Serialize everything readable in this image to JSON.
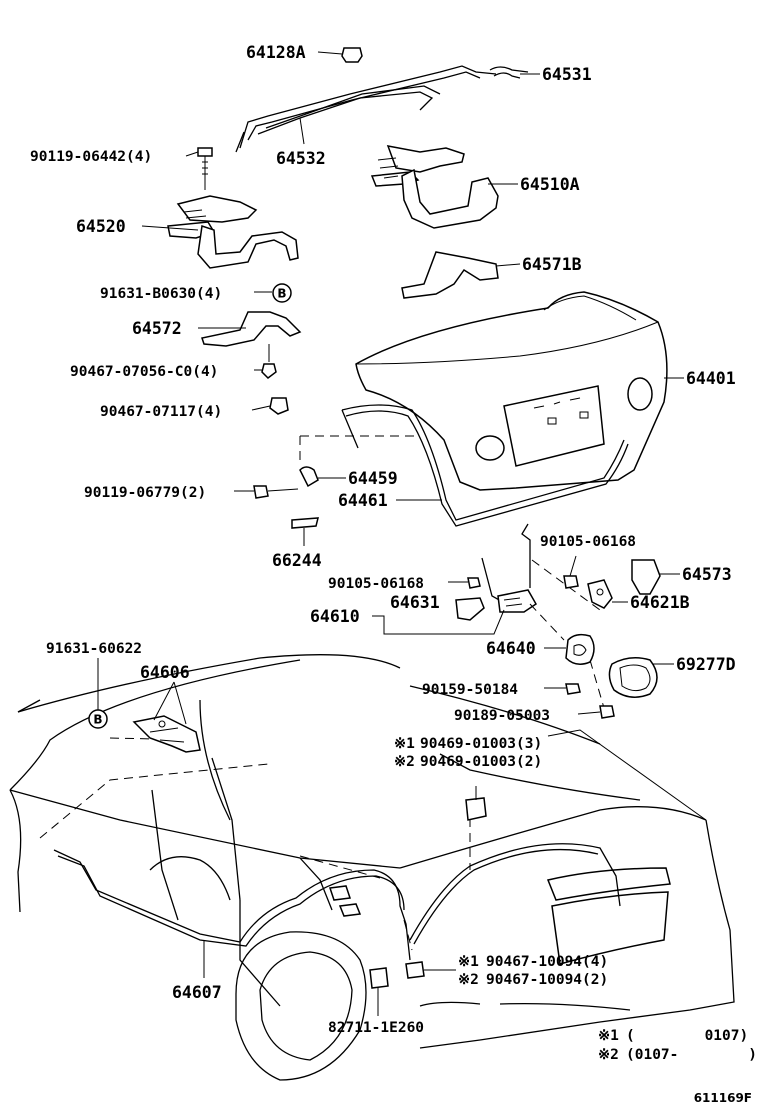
{
  "parts": {
    "p64128A": "64128A",
    "p64531": "64531",
    "p64532": "64532",
    "p90119_06442": "90119-06442(4)",
    "p64510A": "64510A",
    "p64520": "64520",
    "p64571B": "64571B",
    "p91631_B0630": "91631-B0630(4)",
    "p64572": "64572",
    "p90467_07056": "90467-07056-C0(4)",
    "p64401": "64401",
    "p90467_07117": "90467-07117(4)",
    "p64459": "64459",
    "p90119_06779": "90119-06779(2)",
    "p64461": "64461",
    "p66244": "66244",
    "p90105_06168_r": "90105-06168",
    "p90105_06168_l": "90105-06168",
    "p64573": "64573",
    "p64610": "64610",
    "p64631": "64631",
    "p64621B": "64621B",
    "p64640": "64640",
    "p91631_60622": "91631-60622",
    "p69277D": "69277D",
    "p64606": "64606",
    "p90159_50184": "90159-50184",
    "p90189_05003": "90189-05003",
    "p90469_01003_3": "90469-01003(3)",
    "p90469_01003_2": "90469-01003(2)",
    "p90467_10094_4": "90467-10094(4)",
    "p90467_10094_2": "90467-10094(2)",
    "p64607": "64607",
    "p82711": "82711-1E260"
  },
  "marks": {
    "b": "B",
    "n1": "※1",
    "n2": "※2"
  },
  "legend": {
    "row1_mark": "※1",
    "row1_range": "(        0107)",
    "row2_mark": "※2",
    "row2_range": "(0107-        )"
  },
  "figure_id": "611169F"
}
